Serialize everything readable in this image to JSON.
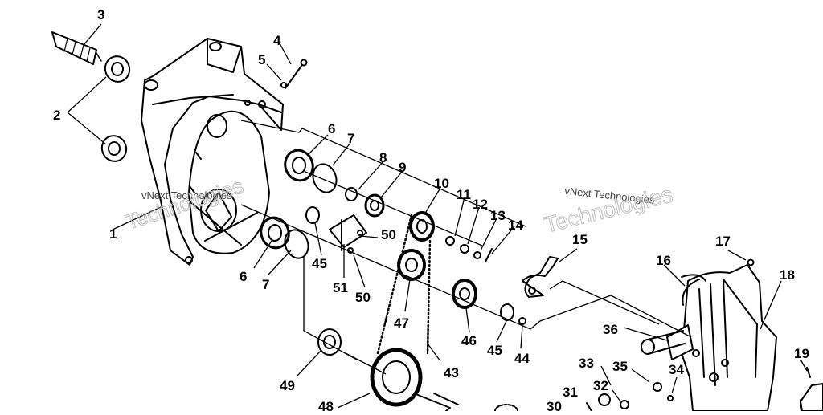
{
  "watermarks": [
    "vNext Technologies",
    "Technologies",
    "vNext Technologies",
    "Technologies"
  ],
  "callouts": [
    "1",
    "2",
    "3",
    "4",
    "5",
    "6",
    "6",
    "7",
    "7",
    "8",
    "9",
    "10",
    "11",
    "12",
    "13",
    "14",
    "15",
    "16",
    "17",
    "18",
    "19",
    "30",
    "31",
    "32",
    "33",
    "34",
    "35",
    "36",
    "43",
    "44",
    "45",
    "45",
    "46",
    "47",
    "48",
    "49",
    "50",
    "50",
    "51"
  ],
  "colors": {
    "ink": "#000000",
    "paper": "#ffffff",
    "watermark": "#b5b5b5"
  }
}
